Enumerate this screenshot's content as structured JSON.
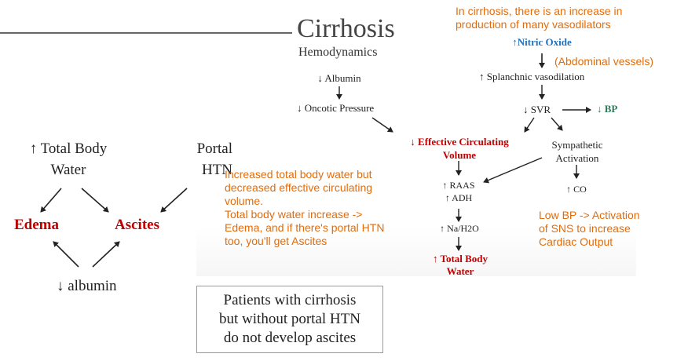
{
  "header": {
    "title": "Cirrhosis",
    "subtitle": "Hemodynamics"
  },
  "left_diagram": {
    "total_body_water": "↑ Total Body\nWater",
    "portal_htn": "Portal\nHTN",
    "edema": "Edema",
    "ascites": "Ascites",
    "albumin": "↓ albumin"
  },
  "notes": {
    "top_right": "In cirrhosis, there is an increase in\nproduction of many vasodilators",
    "middle": "Increased total body water but\ndecreased effective circulating\nvolume.\n Total body water increase ->\nEdema, and if there's portal HTN\ntoo, you'll get Ascites",
    "right": "Low BP -> Activation\nof SNS to increase\nCardiac Output",
    "abdominal": "(Abdominal vessels)"
  },
  "flow": {
    "nitric_oxide": "↑Nitric Oxide",
    "albumin": "↓ Albumin",
    "oncotic": "↓ Oncotic Pressure",
    "splanchnic": "↑ Splanchnic vasodilation",
    "svr": "↓ SVR",
    "bp": "↓ BP",
    "effective_volume": "↓ Effective Circulating\nVolume",
    "sympathetic": "Sympathetic\nActivation",
    "raas_adh": "↑ RAAS\n↑ ADH",
    "co": "↑ CO",
    "na_h2o": "↑ Na/H2O",
    "total_body_water": "↑ Total Body\nWater"
  },
  "callout": {
    "text": "Patients with cirrhosis\nbut without portal HTN\ndo not develop ascites"
  },
  "colors": {
    "orange": "#e36c0a",
    "red": "#c00000",
    "blue": "#1f6fbf",
    "green": "#2f7a5c"
  }
}
